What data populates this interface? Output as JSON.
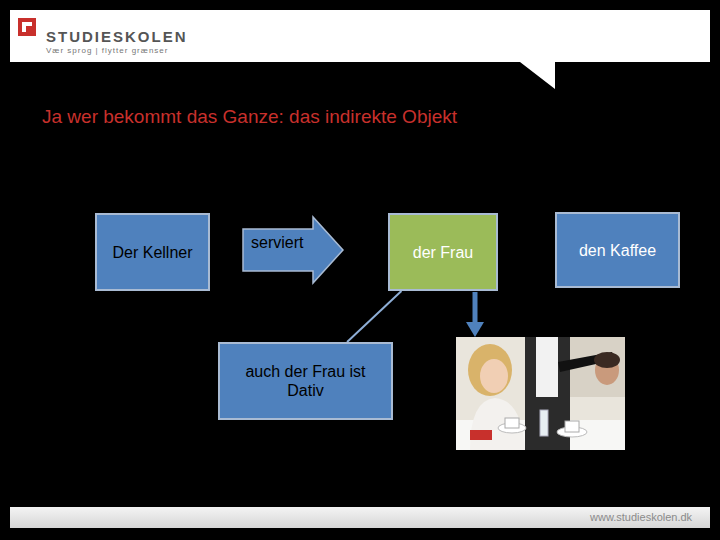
{
  "diagram": {
    "title": "Ja wer bekommt das Ganze: das indirekte Objekt",
    "nodes": [
      {
        "text": [
          "Der Kellner"
        ]
      },
      {
        "text": [
          "serviert"
        ]
      },
      {
        "text": [
          "der Frau"
        ]
      },
      {
        "text": [
          "den Kaffee"
        ]
      },
      {
        "text": [
          "auch der Frau ist Dativ"
        ]
      }
    ],
    "edges": [
      {
        "from": 2,
        "to": 4,
        "arrow": "none"
      }
    ],
    "labels": [
      "STUDIESKOLEN",
      "Vær sprog | flytter grænser",
      "www.studieskolen.dk"
    ]
  }
}
